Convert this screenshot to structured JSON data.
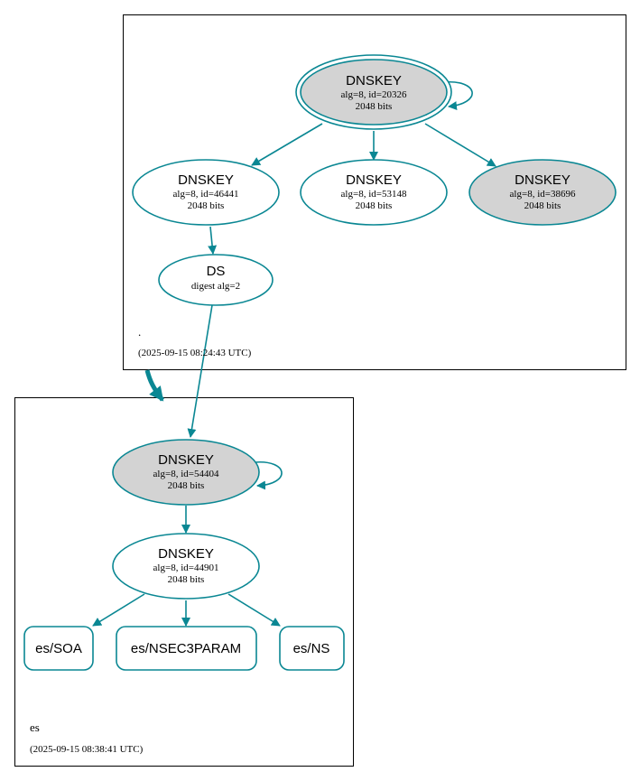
{
  "colors": {
    "edge": "#0a8793",
    "border": "#000000",
    "grey_fill": "#d3d3d3",
    "white_fill": "#ffffff"
  },
  "zones": {
    "root": {
      "name": ".",
      "timestamp": "(2025-09-15 08:24:43 UTC)"
    },
    "es": {
      "name": "es",
      "timestamp": "(2025-09-15 08:38:41 UTC)"
    }
  },
  "nodes": {
    "root_ksk": {
      "title": "DNSKEY",
      "line1": "alg=8, id=20326",
      "line2": "2048 bits",
      "filled": true,
      "double": true
    },
    "root_zsk1": {
      "title": "DNSKEY",
      "line1": "alg=8, id=46441",
      "line2": "2048 bits",
      "filled": false
    },
    "root_zsk2": {
      "title": "DNSKEY",
      "line1": "alg=8, id=53148",
      "line2": "2048 bits",
      "filled": false
    },
    "root_ksk2": {
      "title": "DNSKEY",
      "line1": "alg=8, id=38696",
      "line2": "2048 bits",
      "filled": true
    },
    "root_ds": {
      "title": "DS",
      "line1": "digest alg=2"
    },
    "es_ksk": {
      "title": "DNSKEY",
      "line1": "alg=8, id=54404",
      "line2": "2048 bits",
      "filled": true
    },
    "es_zsk": {
      "title": "DNSKEY",
      "line1": "alg=8, id=44901",
      "line2": "2048 bits",
      "filled": false
    },
    "es_soa": {
      "label": "es/SOA"
    },
    "es_nsec3param": {
      "label": "es/NSEC3PARAM"
    },
    "es_ns": {
      "label": "es/NS"
    }
  }
}
